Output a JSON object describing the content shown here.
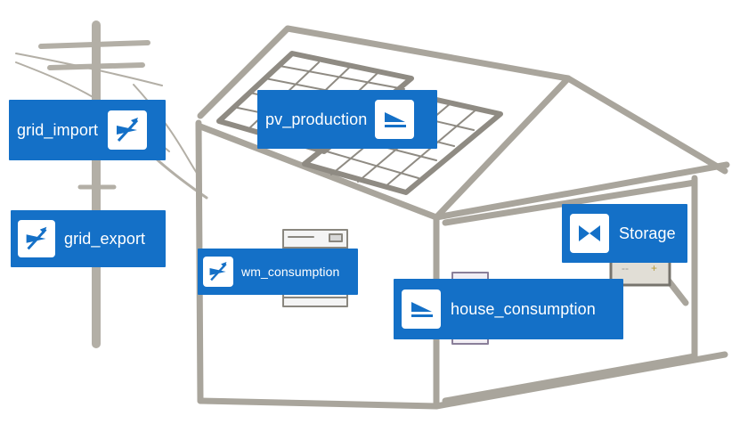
{
  "colors": {
    "node_background": "#1470c7",
    "node_text": "#ffffff",
    "icon_background": "#ffffff",
    "icon_foreground": "#1470c7",
    "sketch_stroke": "#a9a59c"
  },
  "nodes": {
    "grid_import": {
      "label": "grid_import",
      "icon": "grid-meter-icon"
    },
    "grid_export": {
      "label": "grid_export",
      "icon": "grid-meter-icon"
    },
    "pv_production": {
      "label": "pv_production",
      "icon": "ramp-source-icon"
    },
    "wm_consumption": {
      "label": "wm_consumption",
      "icon": "grid-meter-icon"
    },
    "house_consumption": {
      "label": "house_consumption",
      "icon": "ramp-source-icon"
    },
    "storage": {
      "label": "Storage",
      "icon": "bowtie-storage-icon"
    }
  },
  "background": {
    "battery": {
      "minus": "--",
      "plus": "+"
    }
  }
}
